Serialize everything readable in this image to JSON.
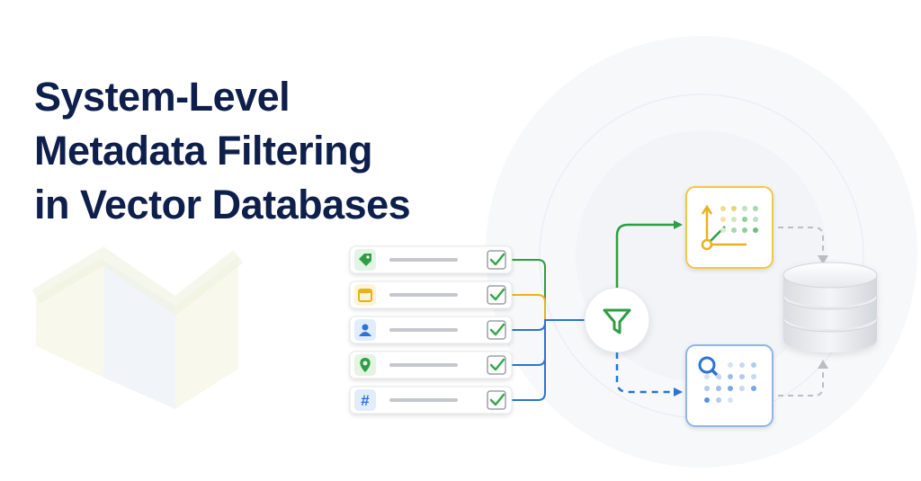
{
  "title": {
    "line1": "System-Level",
    "line2": "Metadata Filtering",
    "line3": "in Vector Databases"
  },
  "rows": [
    {
      "icon": "tag-icon",
      "color": "#2e9e44",
      "bg": "#e3f4e5",
      "line": "#2e9e44"
    },
    {
      "icon": "calendar-icon",
      "color": "#e9b120",
      "bg": "#fdf3d6",
      "line": "#e9b120"
    },
    {
      "icon": "user-icon",
      "color": "#2b73d6",
      "bg": "#e2edfb",
      "line": "#2b73d6"
    },
    {
      "icon": "location-pin-icon",
      "color": "#2e9e44",
      "bg": "#e3f4e5",
      "line": "#2b73d6"
    },
    {
      "icon": "hash-icon",
      "color": "#2b73d6",
      "bg": "#e2edfb",
      "hash": "#",
      "line": "#2b73d6"
    }
  ],
  "colors": {
    "title": "#0f1f4b",
    "green": "#2e9e44",
    "yellow": "#e9b120",
    "blue": "#2b73d6",
    "check": "#37a64a",
    "gray": "#b9bdc4"
  }
}
